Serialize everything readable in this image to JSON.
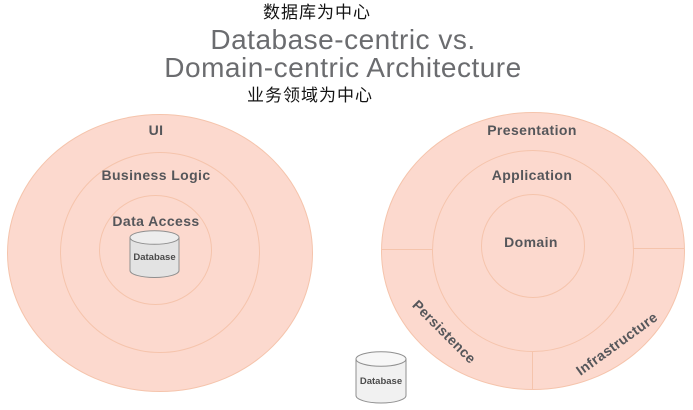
{
  "header": {
    "top_label_zh": "数据库为中心",
    "title_line1": "Database-centric vs.",
    "title_line2": "Domain-centric Architecture",
    "bottom_label_zh": "业务领域为中心"
  },
  "left_diagram": {
    "rings": [
      "UI",
      "Business Logic",
      "Data Access"
    ],
    "center_database_label": "Database"
  },
  "right_diagram": {
    "rings": [
      "Presentation",
      "Application",
      "Domain"
    ],
    "outer_segments": [
      "Persistence",
      "Infrastructure"
    ],
    "external_database_label": "Database"
  },
  "colors": {
    "circle_fill": "#fcd9ce",
    "circle_stroke": "#f5c4ac",
    "title_text": "#6b6c6f",
    "label_text": "#55565a",
    "cylinder_fill_left": "#e3e3e3",
    "cylinder_fill_right": "#f1f1f1",
    "cylinder_stroke": "#8f8f8f"
  }
}
